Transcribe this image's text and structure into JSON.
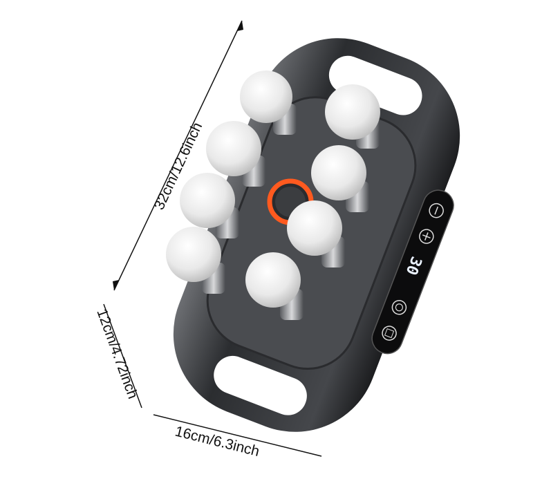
{
  "dimensions": {
    "length": "32cm/12.6inch",
    "height": "12cm/4.72inch",
    "width": "16cm/6.3inch"
  },
  "control_panel": {
    "display_value": "30",
    "buttons": [
      "minus-icon",
      "plus-icon",
      "power-icon",
      "mode-icon"
    ]
  },
  "colors": {
    "body": "#3a3c40",
    "balls": "#eeeeee",
    "ring": "#ff5a1f"
  }
}
